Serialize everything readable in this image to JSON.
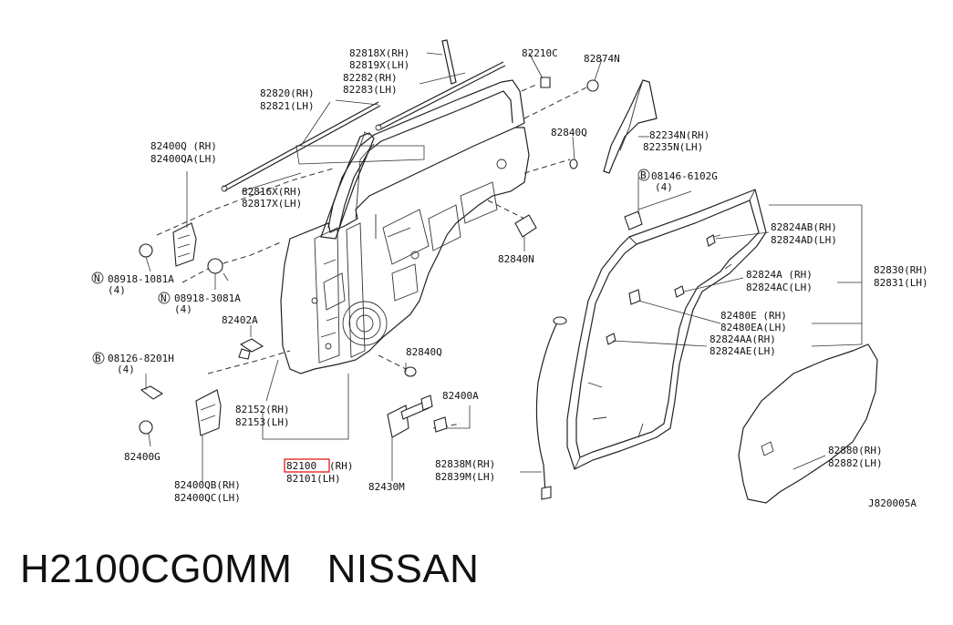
{
  "labels": {
    "p82818": "82818X(RH)",
    "p82819": "82819X(LH)",
    "p82282": "82282(RH)",
    "p82283": "82283(LH)",
    "p82820": "82820(RH)",
    "p82821": "82821(LH)",
    "p82210c": "82210C",
    "p82874n": "82874N",
    "p82840q_top": "82840Q",
    "p82234n": "82234N(RH)",
    "p82235n": "82235N(LH)",
    "p82400q": "82400Q (RH)",
    "p82400qa": "82400QA(LH)",
    "p82816x": "82816X(RH)",
    "p82817x": "82817X(LH)",
    "b08146": "08146-6102G",
    "b08146_qty": "(4)",
    "p82824ab": "82824AB(RH)",
    "p82824ad": "82824AD(LH)",
    "p82840n": "82840N",
    "n08918_1081": "08918-1081A",
    "n08918_1081_qty": "(4)",
    "n08918_3081": "08918-3081A",
    "n08918_3081_qty": "(4)",
    "p82824a": "82824A (RH)",
    "p82824ac": "82824AC(LH)",
    "p82830": "82830(RH)",
    "p82831": "82831(LH)",
    "p82402a": "82402A",
    "p82480e": "82480E (RH)",
    "p82480ea": "82480EA(LH)",
    "p82824aa": "82824AA(RH)",
    "p82824ae": "82824AE(LH)",
    "b08126": "08126-8201H",
    "b08126_qty": "(4)",
    "p82840q_mid": "82840Q",
    "p82400a": "82400A",
    "p82152": "82152(RH)",
    "p82153": "82153(LH)",
    "p82400g": "82400G",
    "p82100": "82100",
    "p82100_rh": "(RH)",
    "p82101": "82101(LH)",
    "p82838m": "82838M(RH)",
    "p82839m": "82839M(LH)",
    "p82880": "82880(RH)",
    "p82882": "82882(LH)",
    "p82430m": "82430M",
    "p82400qb": "82400QB(RH)",
    "p82400qc": "82400QC(LH)",
    "figure_code": "J820005A",
    "circle_n": "N",
    "circle_b": "B"
  },
  "footer": {
    "part_number": "H2100CG0MM",
    "brand": "NISSAN"
  },
  "colors": {
    "highlight_box": "#e53935",
    "line": "#222222",
    "background": "#ffffff"
  }
}
